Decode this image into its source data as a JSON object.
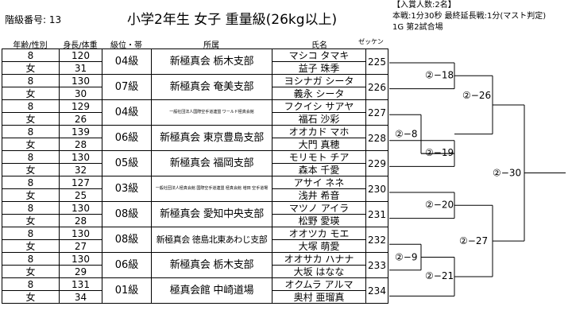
{
  "header": {
    "class_number": "階級番号: 13",
    "title": "小学2年生  女子  重量級(26kg以上)",
    "info_lines": [
      "【入賞人数:2名】",
      "本戦:1分30秒  最終延長戦:1分(マスト判定)",
      "1G  第2試合場"
    ]
  },
  "columns": {
    "age_gender": "年齢/性別",
    "height_weight": "身長/体重",
    "rank": "級位・帯",
    "club": "所属",
    "name": "氏名",
    "number": "ゼッケン"
  },
  "entries": [
    {
      "age": "8",
      "gender": "女",
      "height": "120",
      "weight": "31",
      "rank": "04級",
      "club": "新極真会 栃木支部",
      "kana": "マシコ タマキ",
      "name": "益子 珠季",
      "number": "225"
    },
    {
      "age": "8",
      "gender": "女",
      "height": "130",
      "weight": "30",
      "rank": "07級",
      "club": "新極真会 奄美支部",
      "kana": "ヨシナガ シータ",
      "name": "義永 シータ",
      "number": "226"
    },
    {
      "age": "8",
      "gender": "女",
      "height": "129",
      "weight": "26",
      "rank": "04級",
      "club": "一般社団法人国際空手道連盟 ワールド極真会館",
      "kana": "フクイシ サアヤ",
      "name": "福石 沙彩",
      "number": "227"
    },
    {
      "age": "8",
      "gender": "女",
      "height": "139",
      "weight": "28",
      "rank": "06級",
      "club": "新極真会 東京豊島支部",
      "kana": "オオカド マホ",
      "name": "大門 真穂",
      "number": "228"
    },
    {
      "age": "8",
      "gender": "女",
      "height": "130",
      "weight": "32",
      "rank": "05級",
      "club": "新極真会 福岡支部",
      "kana": "モリモト チア",
      "name": "森本 千愛",
      "number": "229"
    },
    {
      "age": "8",
      "gender": "女",
      "height": "127",
      "weight": "25",
      "rank": "03級",
      "club": "一般社団法人極真会館 国際空手道連盟 極真会館 増田 空手道場",
      "kana": "アサイ ネネ",
      "name": "浅井 希音",
      "number": "230"
    },
    {
      "age": "8",
      "gender": "女",
      "height": "130",
      "weight": "28",
      "rank": "08級",
      "club": "新極真会 愛知中央支部",
      "kana": "マツノ アイラ",
      "name": "松野 愛瑛",
      "number": "231"
    },
    {
      "age": "8",
      "gender": "女",
      "height": "130",
      "weight": "27",
      "rank": "08級",
      "club": "新極真会 徳島北東あわじ支部",
      "kana": "オオツカ モエ",
      "name": "大塚 萌愛",
      "number": "232"
    },
    {
      "age": "8",
      "gender": "女",
      "height": "130",
      "weight": "29",
      "rank": "06級",
      "club": "新極真会 栃木支部",
      "kana": "オオサカ ハナナ",
      "name": "大坂 はなな",
      "number": "233"
    },
    {
      "age": "8",
      "gender": "女",
      "height": "131",
      "weight": "34",
      "rank": "01級",
      "club": "極真会館 中崎道場",
      "kana": "オクムラ アルマ",
      "name": "奥村 亜瑠真",
      "number": "234"
    }
  ],
  "bracket": {
    "matches": [
      {
        "label": "②−18"
      },
      {
        "label": "②−8"
      },
      {
        "label": "②−19"
      },
      {
        "label": "②−26"
      },
      {
        "label": "②−30"
      },
      {
        "label": "②−20"
      },
      {
        "label": "②−9"
      },
      {
        "label": "②−21"
      },
      {
        "label": "②−27"
      }
    ]
  }
}
